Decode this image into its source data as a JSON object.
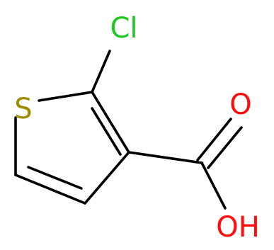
{
  "molecule": {
    "atoms": {
      "chlorine": {
        "label": "Cl"
      },
      "sulfur": {
        "label": "S"
      },
      "oxygen_double": {
        "label": "O"
      },
      "hydroxyl": {
        "label": "OH"
      }
    },
    "colors": {
      "bond": "#000000",
      "chlorine": "#1fc81f",
      "sulfur": "#a08c00",
      "oxygen": "#ff0d0d"
    }
  }
}
